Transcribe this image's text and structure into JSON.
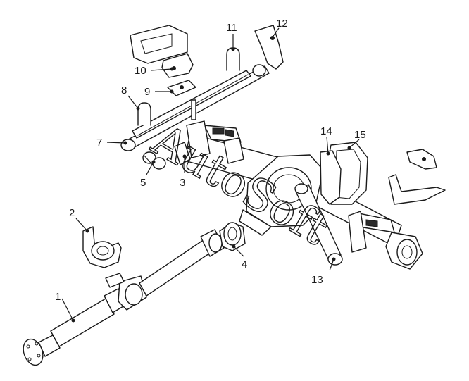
{
  "diagram": {
    "callouts": [
      {
        "id": "c1",
        "label": "1"
      },
      {
        "id": "c2",
        "label": "2"
      },
      {
        "id": "c3",
        "label": "3"
      },
      {
        "id": "c4",
        "label": "4"
      },
      {
        "id": "c5",
        "label": "5"
      },
      {
        "id": "c7",
        "label": "7"
      },
      {
        "id": "c8",
        "label": "8"
      },
      {
        "id": "c9",
        "label": "9"
      },
      {
        "id": "c10",
        "label": "10"
      },
      {
        "id": "c11",
        "label": "11"
      },
      {
        "id": "c12",
        "label": "12"
      },
      {
        "id": "c13",
        "label": "13"
      },
      {
        "id": "c14",
        "label": "14"
      },
      {
        "id": "c15",
        "label": "15"
      }
    ],
    "watermark": "AutoSoft",
    "colors": {
      "ink": "#1a1a1a",
      "background": "#ffffff"
    }
  }
}
